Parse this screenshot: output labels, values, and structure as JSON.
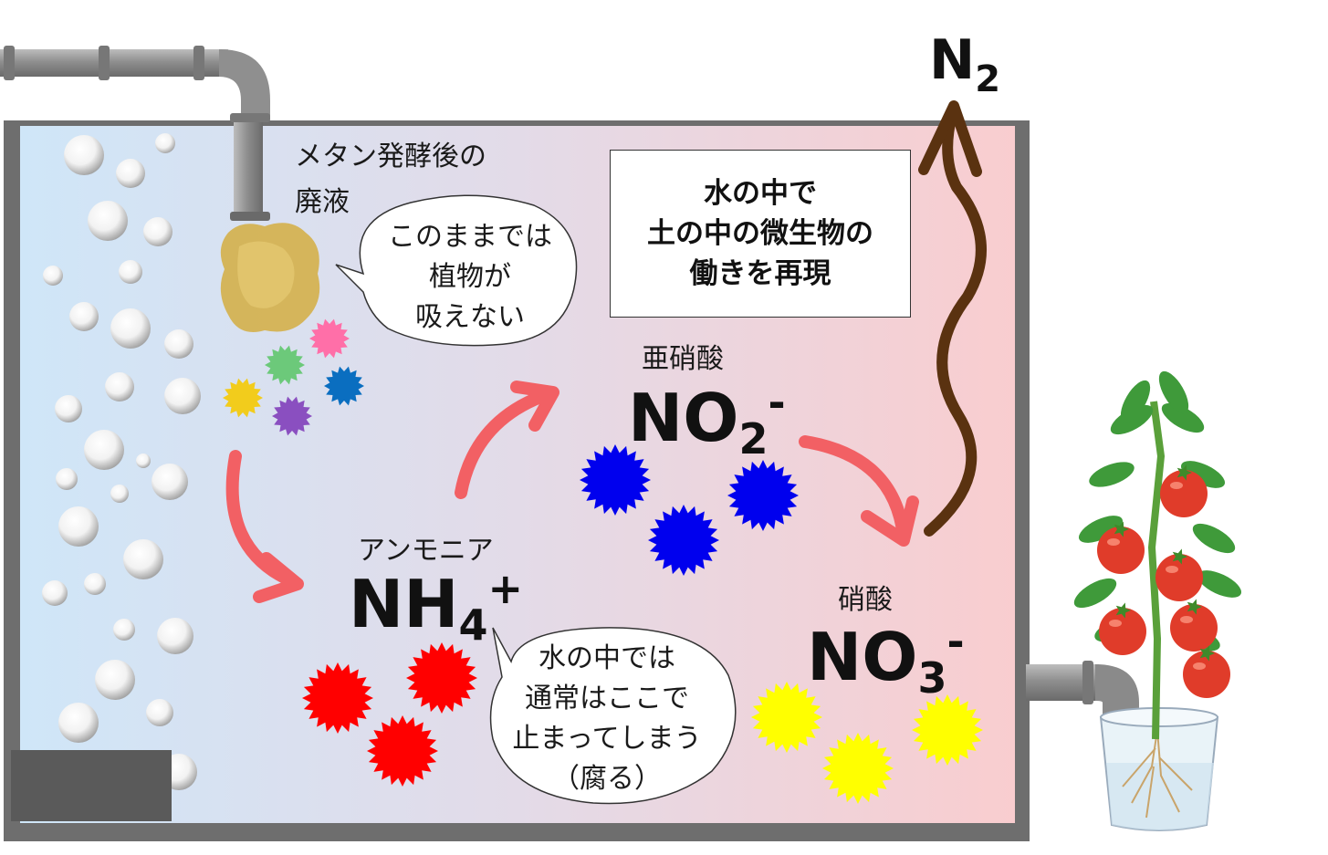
{
  "labels": {
    "waste_line1": "メタン発酵後の",
    "waste_line2": "廃液",
    "ammonia": "アンモニア",
    "nitrite": "亜硝酸",
    "nitrate": "硝酸"
  },
  "formulas": {
    "nh4": {
      "base": "NH",
      "sub": "4",
      "sup": "+"
    },
    "no2": {
      "base": "NO",
      "sub": "2",
      "sup": "-"
    },
    "no3": {
      "base": "NO",
      "sub": "3",
      "sup": "-"
    },
    "n2": {
      "base": "N",
      "sub": "2"
    }
  },
  "callouts": {
    "plants_cannot_absorb": [
      "このままでは",
      "植物が",
      "吸えない"
    ],
    "stops_in_water": [
      "水の中では",
      "通常はここで",
      "止まってしまう",
      "（腐る）"
    ]
  },
  "info_box": [
    "水の中で",
    "土の中の微生物の",
    "働きを再現"
  ],
  "colors": {
    "water_left": "#cfe6f8",
    "water_right": "#f9cdcf",
    "tank_wall": "#6e6e6e",
    "ammonia_particles": "#ff0000",
    "nitrite_particles": "#0000ee",
    "nitrate_particles": "#ffff00",
    "arrow": "#f26064",
    "n2_arrow": "#5a3210",
    "microbes": [
      "#ff6fa8",
      "#6cc97a",
      "#0a6ec0",
      "#f2cc1c",
      "#8a4fc0"
    ]
  }
}
